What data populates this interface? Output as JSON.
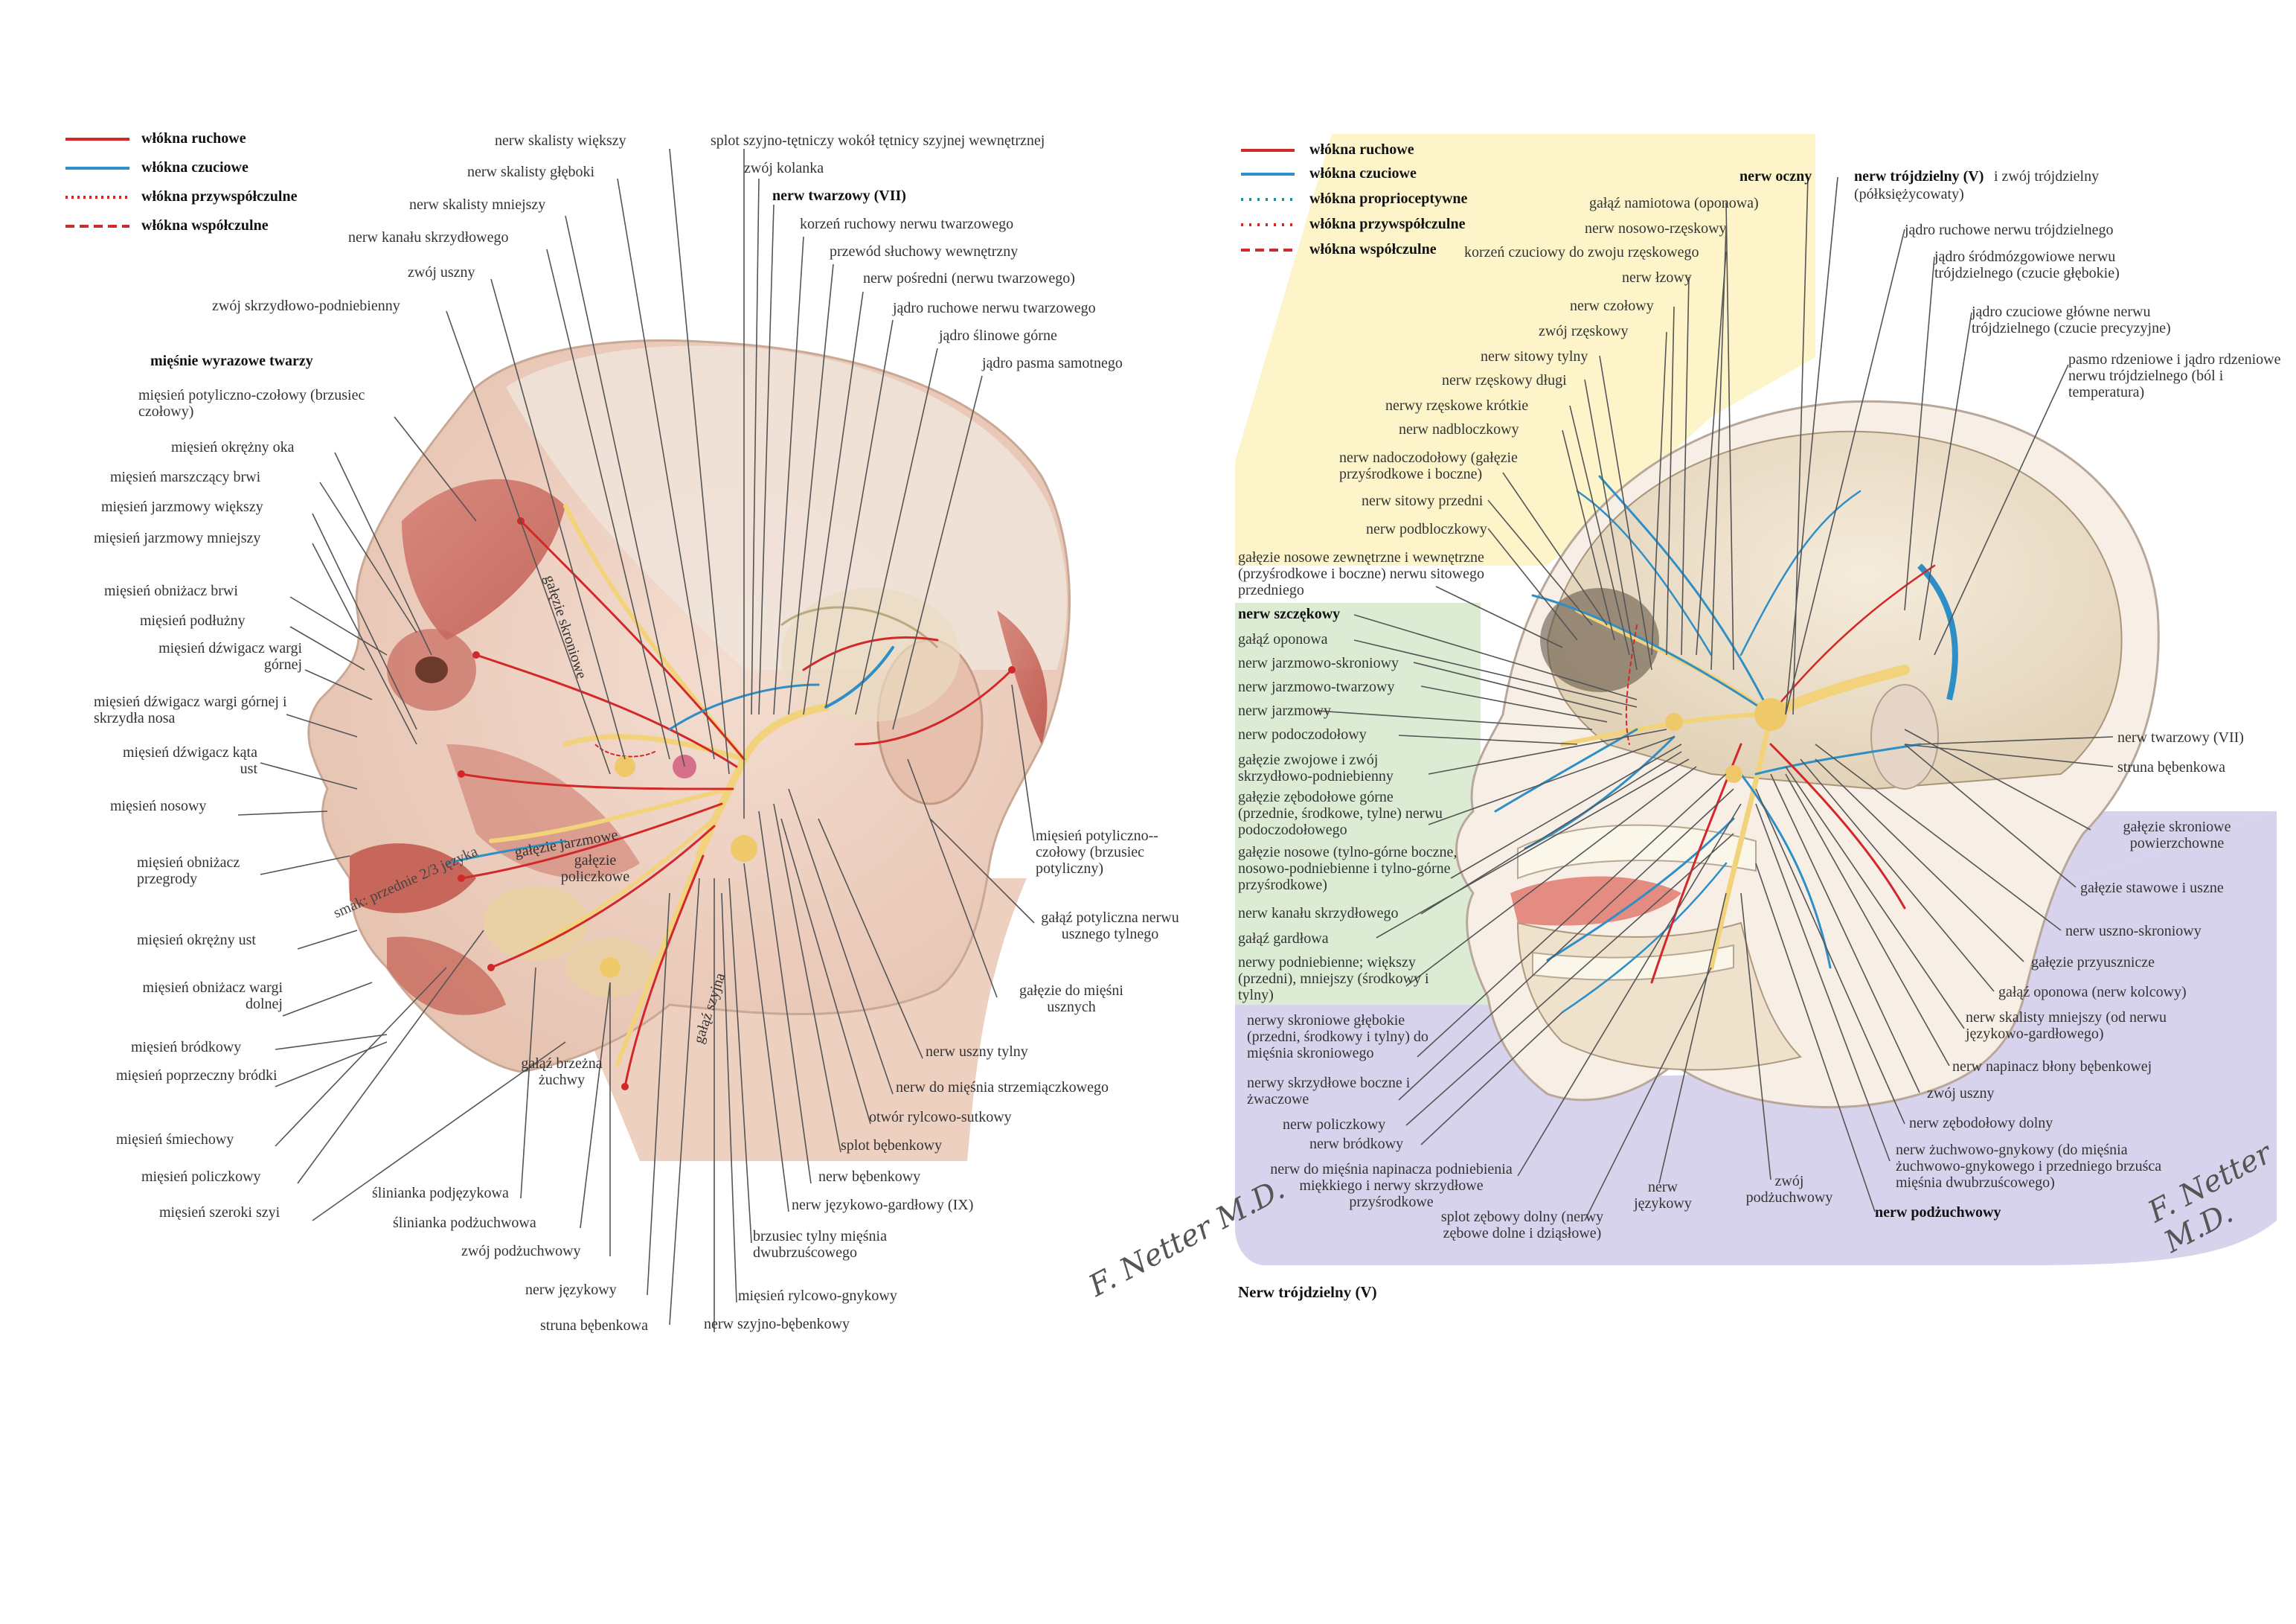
{
  "left_legend": [
    {
      "label": "włókna ruchowe",
      "color": "#d3282a",
      "style": "solid"
    },
    {
      "label": "włókna czuciowe",
      "color": "#2e8fc6",
      "style": "solid"
    },
    {
      "label": "włókna przywspółczulne",
      "color": "#d3282a",
      "style": "dotted"
    },
    {
      "label": "włókna współczulne",
      "color": "#d3282a",
      "style": "dashed"
    }
  ],
  "right_legend": [
    {
      "label": "włókna ruchowe",
      "color": "#d3282a",
      "style": "solid"
    },
    {
      "label": "włókna czuciowe",
      "color": "#2e8fc6",
      "style": "solid"
    },
    {
      "label": "włókna proprioceptywne",
      "color": "#1a8fa6",
      "style": "dotted"
    },
    {
      "label": "włókna przywspółczulne",
      "color": "#d3282a",
      "style": "dotted"
    },
    {
      "label": "włókna współczulne",
      "color": "#d3282a",
      "style": "dashed"
    }
  ],
  "left": {
    "group_title": "mięśnie wyrazowe twarzy",
    "top_labels": [
      "nerw skalisty większy",
      "splot szyjno-tętniczy wokół tętnicy szyjnej wewnętrznej",
      "nerw skalisty głęboki",
      "zwój kolanka",
      "nerw skalisty mniejszy",
      "nerw twarzowy (VII)",
      "korzeń ruchowy nerwu twarzowego",
      "nerw kanału skrzydłowego",
      "przewód słuchowy wewnętrzny",
      "zwój uszny",
      "nerw pośredni (nerwu twarzowego)",
      "zwój skrzydłowo-podniebienny",
      "jądro ruchowe nerwu twarzowego",
      "jądro ślinowe górne",
      "jądro pasma samotnego"
    ],
    "muscles": [
      "mięsień potyliczno-czołowy (brzusiec czołowy)",
      "mięsień okrężny oka",
      "mięsień marszczący brwi",
      "mięsień jarzmowy większy",
      "mięsień jarzmowy mniejszy",
      "mięsień obniżacz brwi",
      "mięsień podłużny",
      "mięsień dźwigacz wargi górnej",
      "mięsień dźwigacz wargi górnej i skrzydła nosa",
      "mięsień dźwigacz kąta ust",
      "mięsień nosowy",
      "mięsień obniżacz przegrody",
      "mięsień okrężny ust",
      "mięsień obniżacz wargi dolnej",
      "mięsień bródkowy",
      "mięsień poprzeczny bródki",
      "mięsień śmiechowy",
      "mięsień policzkowy",
      "mięsień szeroki szyi"
    ],
    "right_labels": [
      "mięsień potyliczno--czołowy (brzusiec potyliczny)",
      "gałąź potyliczna nerwu usznego tylnego",
      "gałęzie do mięśni usznych",
      "nerw uszny tylny",
      "nerw do mięśnia strzemiączkowego",
      "otwór rylcowo-sutkowy",
      "splot bębenkowy",
      "nerw bębenkowy",
      "nerw językowo-gardłowy (IX)",
      "brzusiec tylny mięśnia dwubrzuścowego",
      "mięsień rylcowo-gnykowy",
      "nerw szyjno-bębenkowy"
    ],
    "bottom_labels": [
      "ślinianka podjęzykowa",
      "ślinianka podżuchwowa",
      "zwój podżuchwowy",
      "nerw językowy",
      "struna bębenkowa"
    ],
    "inner_labels": [
      "gałęzie skroniowe",
      "gałęzie jarzmowe",
      "gałęzie policzkowe",
      "smak: przednie 2/3 języka",
      "gałąź brzeżna żuchwy",
      "gałąź szyjna"
    ],
    "signature": "F. Netter M.D."
  },
  "right": {
    "caption": "Nerw trójdzielny (V)",
    "top_labels": [
      "nerw oczny",
      "nerw trójdzielny (V)",
      "i zwój trójdzielny",
      "(półksiężycowaty)",
      "gałąź namiotowa (oponowa)",
      "nerw nosowo-rzęskowy",
      "korzeń czuciowy do zwoju rzęskowego",
      "nerw łzowy",
      "nerw czołowy",
      "zwój rzęskowy",
      "nerw sitowy tylny",
      "nerw rzęskowy długi",
      "nerwy rzęskowe krótkie",
      "nerw nadbloczkowy",
      "nerw nadoczodołowy (gałęzie przyśrodkowe i boczne)",
      "nerw sitowy przedni",
      "nerw podbloczkowy",
      "gałęzie nosowe zewnętrzne i wewnętrzne (przyśrodkowe i boczne) nerwu sitowego przedniego"
    ],
    "nuclei": [
      "jądro ruchowe nerwu trójdzielnego",
      "jądro śródmózgowiowe nerwu trójdzielnego (czucie głębokie)",
      "jądro czuciowe główne nerwu trójdzielnego (czucie precyzyjne)",
      "pasmo rdzeniowe i jądro rdzeniowe nerwu trójdzielnego (ból i temperatura)"
    ],
    "maxillary_title": "nerw szczękowy",
    "maxillary": [
      "gałąź oponowa",
      "nerw jarzmowo-skroniowy",
      "nerw jarzmowo-twarzowy",
      "nerw jarzmowy",
      "nerw podoczodołowy",
      "gałęzie zwojowe i zwój skrzydłowo-podniebienny",
      "gałęzie zębodołowe górne (przednie, środkowe, tylne) nerwu podoczodołowego",
      "gałęzie nosowe (tylno-górne boczne, nosowo-podniebienne i tylno-górne przyśrodkowe)",
      "nerw kanału skrzydłowego",
      "gałąź gardłowa",
      "nerwy podniebienne; większy (przedni), mniejszy (środkowy i tylny)"
    ],
    "mandibular_left": [
      "nerwy skroniowe głębokie (przedni, środkowy i tylny) do mięśnia skroniowego",
      "nerwy skrzydłowe boczne i żwaczowe",
      "nerw policzkowy",
      "nerw bródkowy",
      "nerw do mięśnia napinacza podniebienia miękkiego i nerwy skrzydłowe przyśrodkowe",
      "splot zębowy dolny (nerwy zębowe dolne i dziąsłowe)",
      "nerw językowy",
      "zwój podżuchwowy",
      "nerw podżuchwowy"
    ],
    "right_labels": [
      "nerw twarzowy (VII)",
      "struna bębenkowa",
      "gałęzie skroniowe powierzchowne",
      "gałęzie stawowe i uszne",
      "nerw uszno-skroniowy",
      "gałęzie przyusznicze",
      "gałąź oponowa (nerw kolcowy)",
      "nerw skalisty mniejszy (od nerwu językowo-gardłowego)",
      "nerw napinacz błony bębenkowej",
      "zwój uszny",
      "nerw zębodołowy dolny",
      "nerw żuchwowo-gnykowy (do mięśnia żuchwowo-gnykowego i przedniego brzuśca mięśnia dwubrzuścowego)"
    ],
    "signature": "F. Netter M.D."
  }
}
